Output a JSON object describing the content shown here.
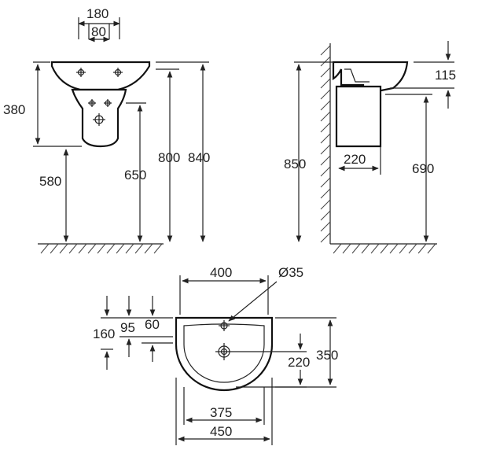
{
  "front_view": {
    "dims": {
      "tap_spread": "180",
      "tap_hole_spacing": "80",
      "basin_to_pedestal": "380",
      "pedestal_height": "580",
      "inlet_height": "650",
      "rim_height": "800",
      "total_height": "840"
    }
  },
  "side_view": {
    "dims": {
      "total_height": "850",
      "rim_depth": "115",
      "pedestal_depth": "220",
      "waste_height": "690"
    }
  },
  "plan_view": {
    "dims": {
      "inner_width": "400",
      "waste_diameter": "Ø35",
      "tap_offset_1": "160",
      "tap_offset_2": "95",
      "tap_offset_3": "60",
      "waste_depth": "220",
      "total_depth": "350",
      "bowl_width": "375",
      "total_width": "450"
    }
  }
}
